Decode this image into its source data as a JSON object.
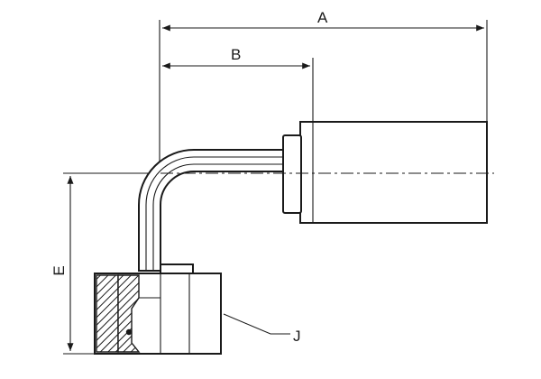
{
  "dimension_labels": {
    "a": "A",
    "b": "B",
    "e": "E",
    "j": "J"
  }
}
